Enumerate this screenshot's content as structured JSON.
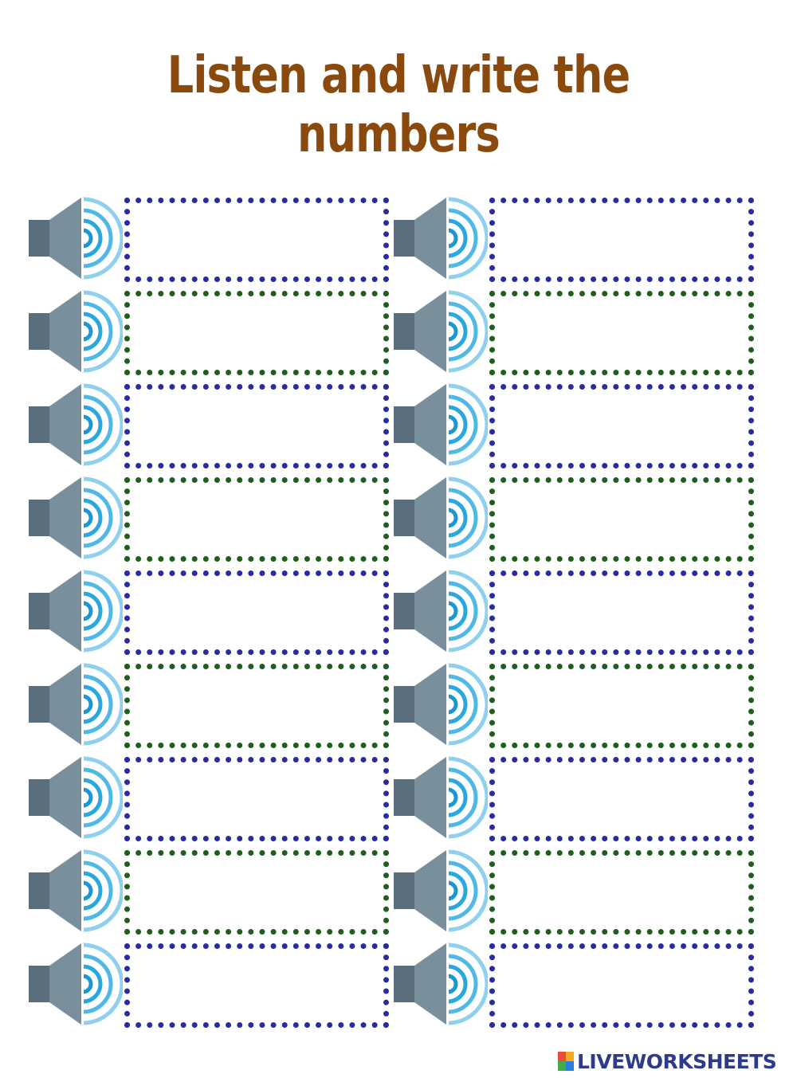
{
  "title": "Listen and write the numbers",
  "colors": {
    "title": "#8b4a0d",
    "box_blue": "#2a2ba0",
    "box_green": "#1f5e1c",
    "speaker_body": "#798f9b",
    "speaker_back": "#5a6f7b",
    "wave": "#29a8e0"
  },
  "items": [
    {
      "column": "left",
      "border": "blue",
      "icon": "speaker-icon",
      "answer": ""
    },
    {
      "column": "left",
      "border": "green",
      "icon": "speaker-icon",
      "answer": ""
    },
    {
      "column": "left",
      "border": "blue",
      "icon": "speaker-icon",
      "answer": ""
    },
    {
      "column": "left",
      "border": "green",
      "icon": "speaker-icon",
      "answer": ""
    },
    {
      "column": "left",
      "border": "blue",
      "icon": "speaker-icon",
      "answer": ""
    },
    {
      "column": "left",
      "border": "green",
      "icon": "speaker-icon",
      "answer": ""
    },
    {
      "column": "left",
      "border": "blue",
      "icon": "speaker-icon",
      "answer": ""
    },
    {
      "column": "left",
      "border": "green",
      "icon": "speaker-icon",
      "answer": ""
    },
    {
      "column": "left",
      "border": "blue",
      "icon": "speaker-icon",
      "answer": ""
    },
    {
      "column": "right",
      "border": "blue",
      "icon": "speaker-icon",
      "answer": ""
    },
    {
      "column": "right",
      "border": "green",
      "icon": "speaker-icon",
      "answer": ""
    },
    {
      "column": "right",
      "border": "blue",
      "icon": "speaker-icon",
      "answer": ""
    },
    {
      "column": "right",
      "border": "green",
      "icon": "speaker-icon",
      "answer": ""
    },
    {
      "column": "right",
      "border": "blue",
      "icon": "speaker-icon",
      "answer": ""
    },
    {
      "column": "right",
      "border": "green",
      "icon": "speaker-icon",
      "answer": ""
    },
    {
      "column": "right",
      "border": "blue",
      "icon": "speaker-icon",
      "answer": ""
    },
    {
      "column": "right",
      "border": "green",
      "icon": "speaker-icon",
      "answer": ""
    },
    {
      "column": "right",
      "border": "blue",
      "icon": "speaker-icon",
      "answer": ""
    }
  ],
  "footer": {
    "logo_text": "LIVEWORKSHEETS",
    "logo_icon": "liveworksheets-logo-icon"
  }
}
